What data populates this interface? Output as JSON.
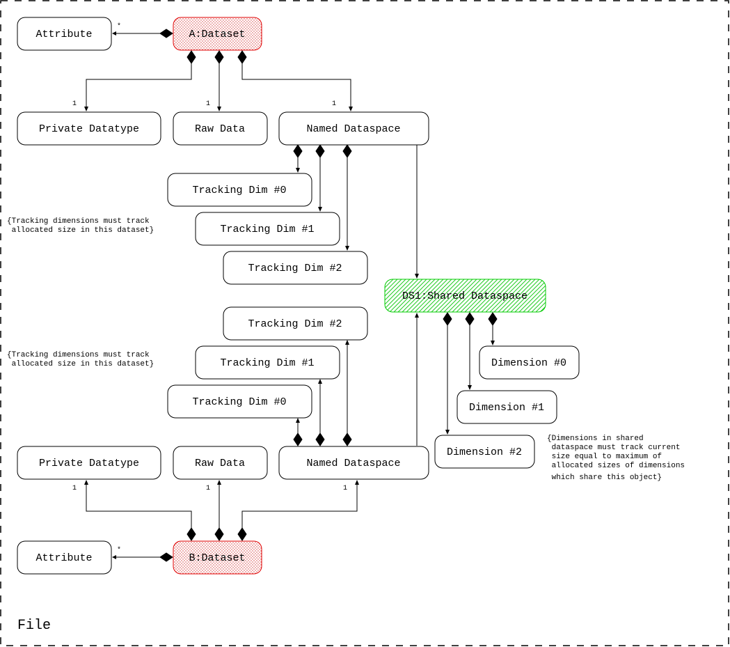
{
  "frame_label": "File",
  "nodes": {
    "a_attribute": "Attribute",
    "a_dataset": "A:Dataset",
    "a_private_datatype": "Private Datatype",
    "a_raw_data": "Raw Data",
    "a_named_dataspace": "Named Dataspace",
    "a_tracking_dim_0": "Tracking Dim #0",
    "a_tracking_dim_1": "Tracking Dim #1",
    "a_tracking_dim_2": "Tracking Dim #2",
    "shared_dataspace": "DS1:Shared Dataspace",
    "dimension_0": "Dimension #0",
    "dimension_1": "Dimension #1",
    "dimension_2": "Dimension #2",
    "b_tracking_dim_2": "Tracking Dim #2",
    "b_tracking_dim_1": "Tracking Dim #1",
    "b_tracking_dim_0": "Tracking Dim #0",
    "b_private_datatype": "Private Datatype",
    "b_raw_data": "Raw Data",
    "b_named_dataspace": "Named Dataspace",
    "b_attribute": "Attribute",
    "b_dataset": "B:Dataset"
  },
  "multiplicities": {
    "a_attribute": "*",
    "a_private_datatype": "1",
    "a_raw_data": "1",
    "a_named_dataspace": "1",
    "b_private_datatype": "1",
    "b_raw_data": "1",
    "b_named_dataspace": "1",
    "b_attribute": "*"
  },
  "notes": {
    "a_tracking_note": [
      "{Tracking dimensions must track",
      " allocated size in this dataset}"
    ],
    "b_tracking_note": [
      "{Tracking dimensions must track",
      " allocated size in this dataset}"
    ],
    "shared_note": [
      "{Dimensions in shared",
      " dataspace must track current",
      " size equal to maximum of",
      " allocated sizes of dimensions",
      " which share this object}"
    ]
  },
  "colors": {
    "dataset_border": "#e00000",
    "dataset_fill_dots": "#e88080",
    "shared_border": "#00cc00",
    "shared_hatch": "#22cc22"
  }
}
